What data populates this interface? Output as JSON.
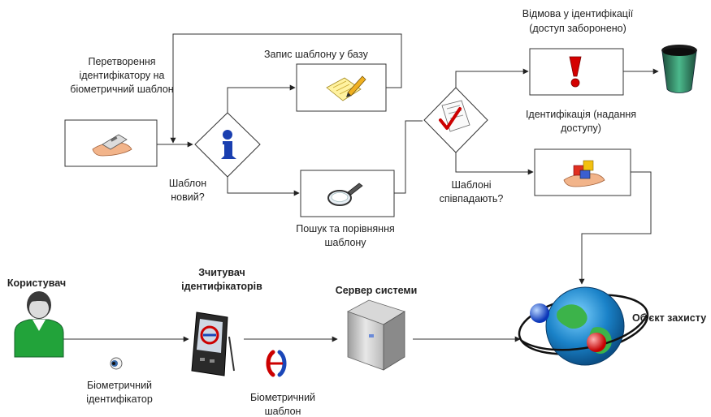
{
  "flow": {
    "convert_label": [
      "Перетворення",
      "ідентифікатору на",
      "біометричний шаблон"
    ],
    "write_label": "Запис шаблону у базу",
    "new_template_label": [
      "Шаблон",
      "новий?"
    ],
    "search_label": [
      "Пошук та порівняння",
      "шаблону"
    ],
    "match_label": [
      "Шаблоні",
      "співпадають?"
    ],
    "deny_label": [
      "Відмова у ідентифікації",
      "(доступ заборонено)"
    ],
    "grant_label": [
      "Ідентифікація (надання",
      "доступу)"
    ]
  },
  "bottom": {
    "user_label": "Користувач",
    "reader_label": [
      "Зчитувач",
      "ідентифікаторів"
    ],
    "server_label": "Сервер системи",
    "object_label": "Об'єкт захисту",
    "bio_id_label": [
      "Біометричний",
      "ідентифікатор"
    ],
    "bio_template_label": [
      "Біометричний",
      "шаблон"
    ]
  },
  "icons": {
    "hand_card": "hand-card-icon",
    "info": "info-icon",
    "write_note": "pencil-note-icon",
    "magnifier": "magnifier-icon",
    "checklist": "checklist-icon",
    "exclamation": "exclamation-icon",
    "trash": "trash-bin-icon",
    "hand_cubes": "hand-cubes-icon",
    "user": "user-icon",
    "eye": "eye-icon",
    "pda": "pda-reader-icon",
    "template": "template-icon",
    "server": "server-icon",
    "globe": "globe-icon"
  }
}
